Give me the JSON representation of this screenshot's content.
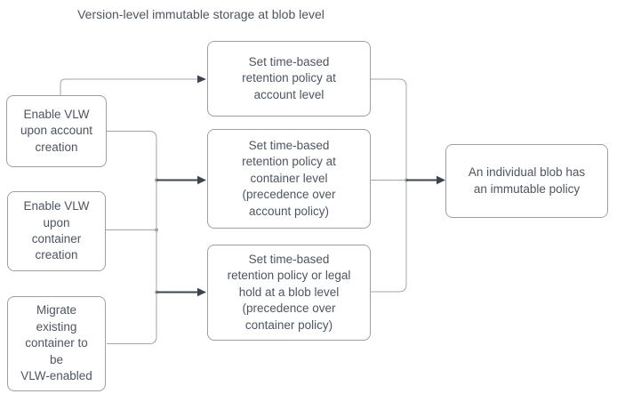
{
  "colors": {
    "text": "#4d5560",
    "border": "#9aa0a8",
    "gray": "#a0a5ac",
    "dark": "#3c4450"
  },
  "diagram": {
    "title": "Version-level immutable storage at blob level",
    "sources": [
      {
        "id": "enable-vlw-account",
        "label": "Enable VLW\nupon account\ncreation"
      },
      {
        "id": "enable-vlw-container",
        "label": "Enable VLW\nupon\ncontainer\ncreation"
      },
      {
        "id": "migrate-existing-container",
        "label": "Migrate\nexisting\ncontainer to\nbe\nVLW-enabled"
      }
    ],
    "policies": [
      {
        "id": "retention-account",
        "label": "Set time-based\nretention policy at\naccount level"
      },
      {
        "id": "retention-container",
        "label": "Set time-based\nretention policy at\ncontainer level\n(precedence over\naccount policy)"
      },
      {
        "id": "retention-blob",
        "label": "Set time-based\nretention policy or legal\nhold at a blob level\n(precedence over\ncontainer policy)"
      }
    ],
    "result": {
      "id": "blob-immutable",
      "label": "An individual blob has\nan immutable policy"
    }
  }
}
